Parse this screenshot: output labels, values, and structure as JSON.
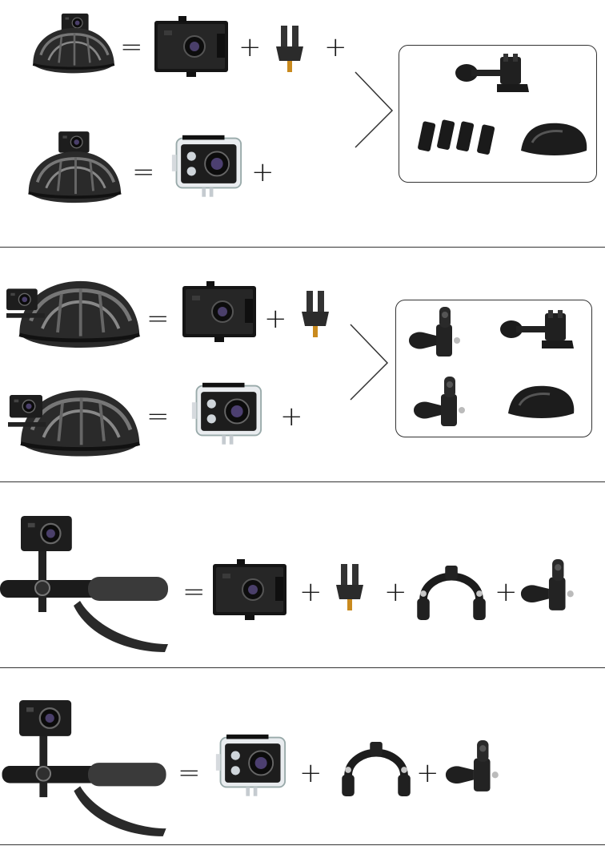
{
  "symbols": {
    "equals": "=",
    "plus": "+"
  },
  "sections": [
    {
      "name": "helmet-top-mount",
      "equations": 2
    },
    {
      "name": "helmet-side-mount",
      "equations": 2
    },
    {
      "name": "handlebar-mount-frame",
      "equations": 1
    },
    {
      "name": "handlebar-mount-waterproof-case",
      "equations": 1
    }
  ],
  "icons": [
    "bike-helmet-icon",
    "action-camera-icon",
    "camera-frame-icon",
    "waterproof-case-icon",
    "tripod-adapter-icon",
    "buckle-mount-icon",
    "sticky-pad-icon",
    "velcro-strap-icon",
    "pivot-arm-icon",
    "handlebar-clamp-icon",
    "handlebar-icon"
  ]
}
